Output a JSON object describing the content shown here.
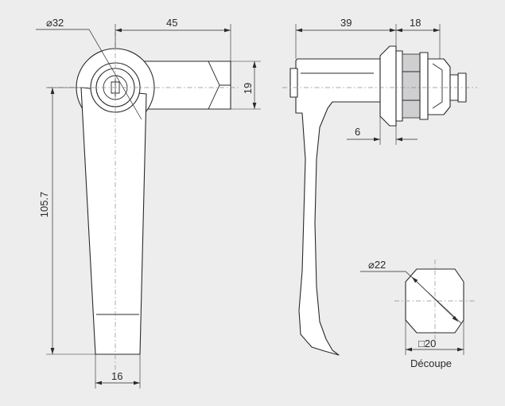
{
  "dimensions": {
    "diameter_handle": "⌀32",
    "handle_reach": "45",
    "shank_height": "19",
    "handle_length": "105.7",
    "grip_width": "16",
    "side_length": "39",
    "side_mount": "18",
    "side_gap": "6",
    "cutout_diameter": "⌀22",
    "cutout_square": "□20"
  },
  "labels": {
    "cutout": "Découpe"
  },
  "colors": {
    "background": "#ededee",
    "line": "#2a2a2a"
  }
}
